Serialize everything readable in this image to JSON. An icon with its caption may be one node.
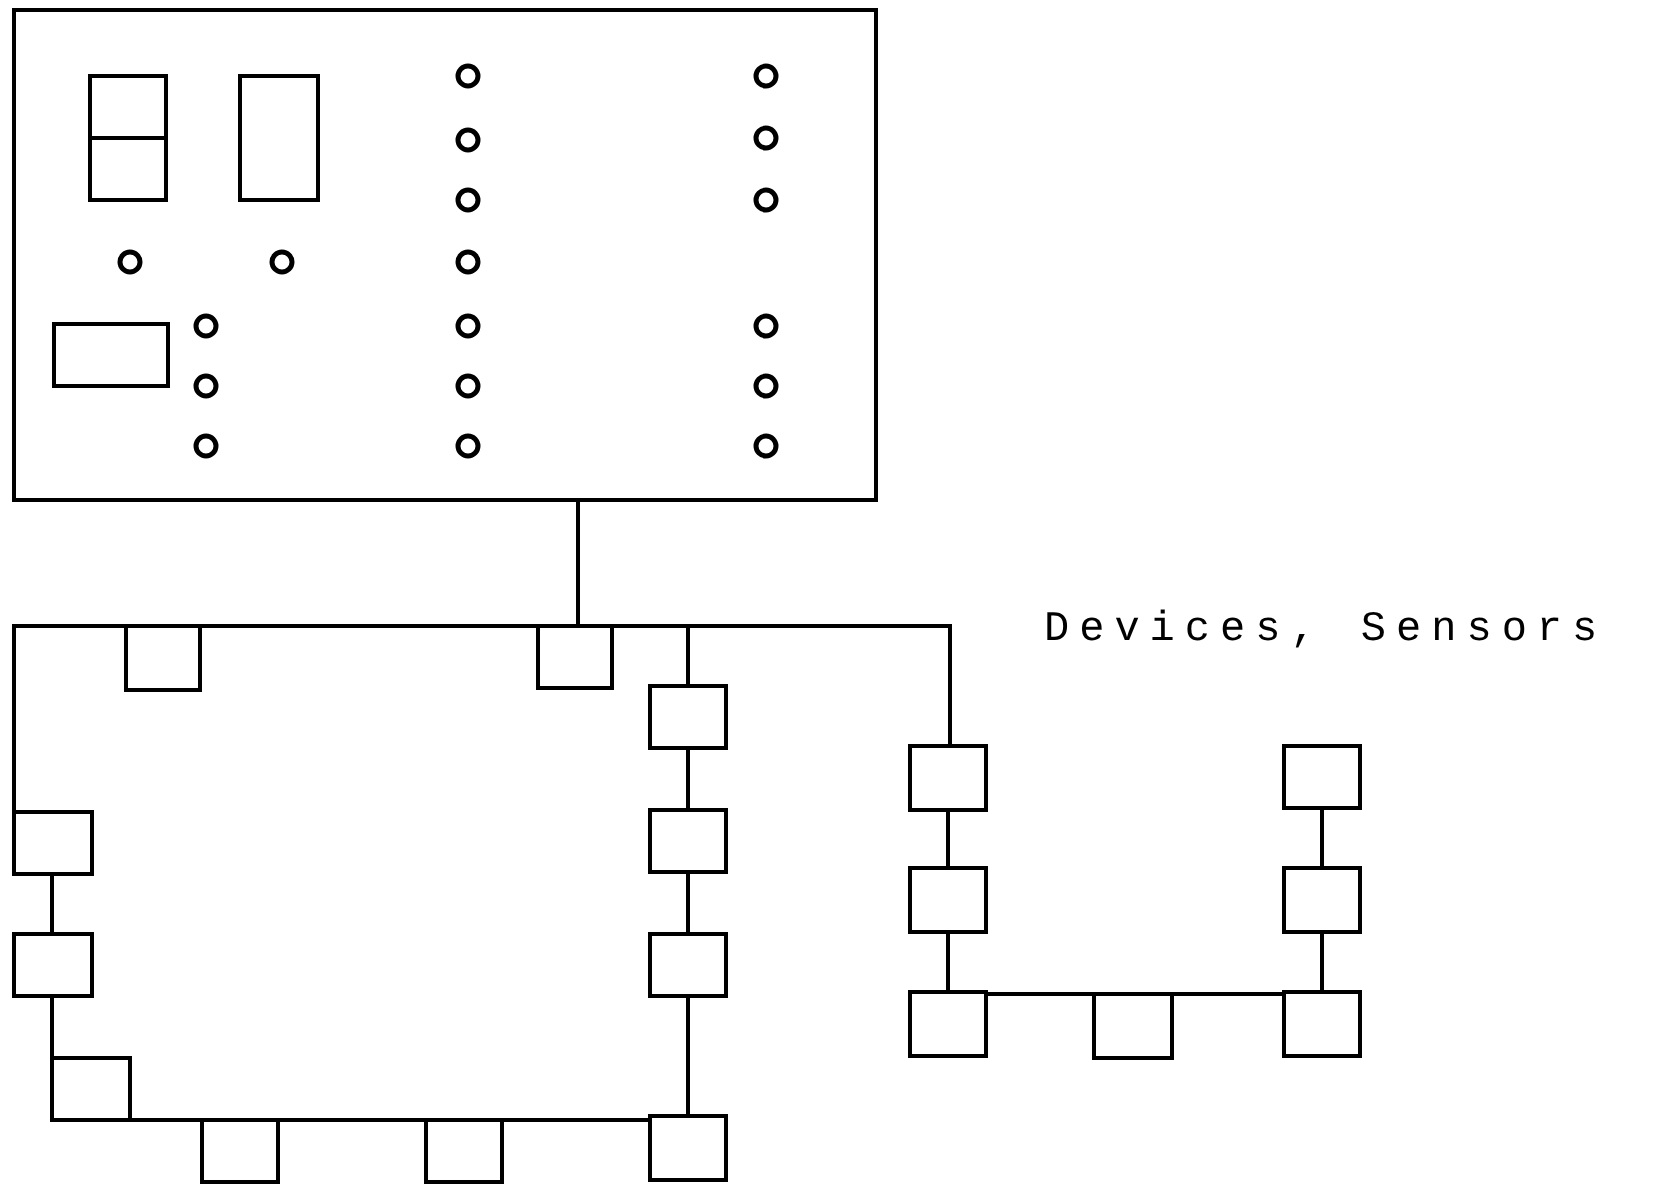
{
  "diagram": {
    "nodes": [
      {
        "text": [],
        "shape": "box"
      },
      {
        "text": [],
        "shape": "box"
      },
      {
        "text": [],
        "shape": "box"
      },
      {
        "text": [],
        "shape": "box"
      },
      {
        "text": [],
        "shape": "box"
      },
      {
        "text": [],
        "shape": "box"
      },
      {
        "text": [],
        "shape": "box"
      },
      {
        "text": [],
        "shape": "box"
      },
      {
        "text": [],
        "shape": "box"
      },
      {
        "text": [],
        "shape": "box"
      },
      {
        "text": [],
        "shape": "box"
      },
      {
        "text": [],
        "shape": "box"
      },
      {
        "text": [],
        "shape": "box"
      },
      {
        "text": [],
        "shape": "box"
      },
      {
        "text": [],
        "shape": "box"
      },
      {
        "text": [],
        "shape": "box"
      },
      {
        "text": [],
        "shape": "box"
      },
      {
        "text": [],
        "shape": "box"
      },
      {
        "text": [],
        "shape": "box"
      }
    ],
    "edges": [
      {
        "from": 0,
        "to": 2,
        "arrow": "none"
      },
      {
        "from": 2,
        "to": 1,
        "arrow": "none"
      },
      {
        "from": 1,
        "to": 6,
        "arrow": "none"
      },
      {
        "from": 6,
        "to": 7,
        "arrow": "none"
      },
      {
        "from": 7,
        "to": 8,
        "arrow": "none"
      },
      {
        "from": 8,
        "to": 9,
        "arrow": "none"
      },
      {
        "from": 9,
        "to": 10,
        "arrow": "none"
      },
      {
        "from": 10,
        "to": 11,
        "arrow": "none"
      },
      {
        "from": 11,
        "to": 5,
        "arrow": "none"
      },
      {
        "from": 5,
        "to": 4,
        "arrow": "none"
      },
      {
        "from": 4,
        "to": 3,
        "arrow": "none"
      },
      {
        "from": 3,
        "to": 2,
        "arrow": "none"
      },
      {
        "from": 2,
        "to": 12,
        "arrow": "none"
      },
      {
        "from": 12,
        "to": 13,
        "arrow": "none"
      },
      {
        "from": 13,
        "to": 14,
        "arrow": "none"
      },
      {
        "from": 14,
        "to": 15,
        "arrow": "none"
      },
      {
        "from": 15,
        "to": 16,
        "arrow": "none"
      },
      {
        "from": 16,
        "to": 17,
        "arrow": "none"
      },
      {
        "from": 17,
        "to": 18,
        "arrow": "none"
      }
    ],
    "labels": [
      "Devices, Sensors"
    ]
  }
}
